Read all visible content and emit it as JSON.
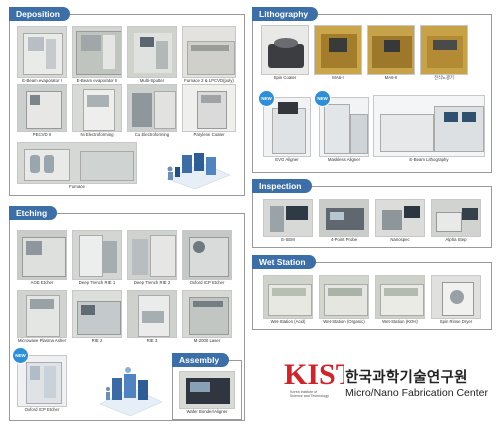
{
  "sections": {
    "deposition": {
      "title": "Deposition",
      "items": [
        "E-Beam evaporator I",
        "E-Beam evaporator II",
        "Multi-Sputter",
        "Furnace 2 & LPCVD(poly)",
        "PECVD II",
        "Ni Electroforming",
        "Cu Electroforming",
        "Parylene Coater",
        "Furnace"
      ]
    },
    "lithography": {
      "title": "Lithography",
      "items": [
        "Spin Coater",
        "MA6-I",
        "MA6-II",
        "전식노광기",
        "EVG Aligner",
        "Maskless Aligner",
        "E-Beam Lithography"
      ],
      "new_badge": "NEW"
    },
    "inspection": {
      "title": "Inspection",
      "items": [
        "E-SEM",
        "4-Point Probe",
        "Nanospec",
        "Alpha Step"
      ]
    },
    "wet_station": {
      "title": "Wet Station",
      "items": [
        "Wet-Station (Acid)",
        "Wet-Station (Organic)",
        "Wet-Station (KOH)",
        "Spin Rinse Dryer"
      ]
    },
    "etching": {
      "title": "Etching",
      "items": [
        "AOE Etcher",
        "Deep Trench RIE 1",
        "Deep Trench RIE 2",
        "Oxford ICP Etcher",
        "Microwave Plasma Asher",
        "RIE 2",
        "RIE 3",
        "M-2000 Laser",
        "Oxford ICP Etcher"
      ],
      "new_badge": "NEW"
    },
    "assembly": {
      "title": "Assembly",
      "items": [
        "Wafer Bonder/Aligner"
      ]
    }
  },
  "branding": {
    "logo_text": "KIST",
    "institute_line1": "Korea Institute of",
    "institute_line2": "Science and Technology",
    "korean_name": "한국과학기술연구원",
    "english_name": "Micro/Nano Fabrication Center"
  },
  "colors": {
    "section_title_bg": "#3c6fa8",
    "new_badge": "#2e8fd8",
    "logo_red": "#d2232a"
  }
}
